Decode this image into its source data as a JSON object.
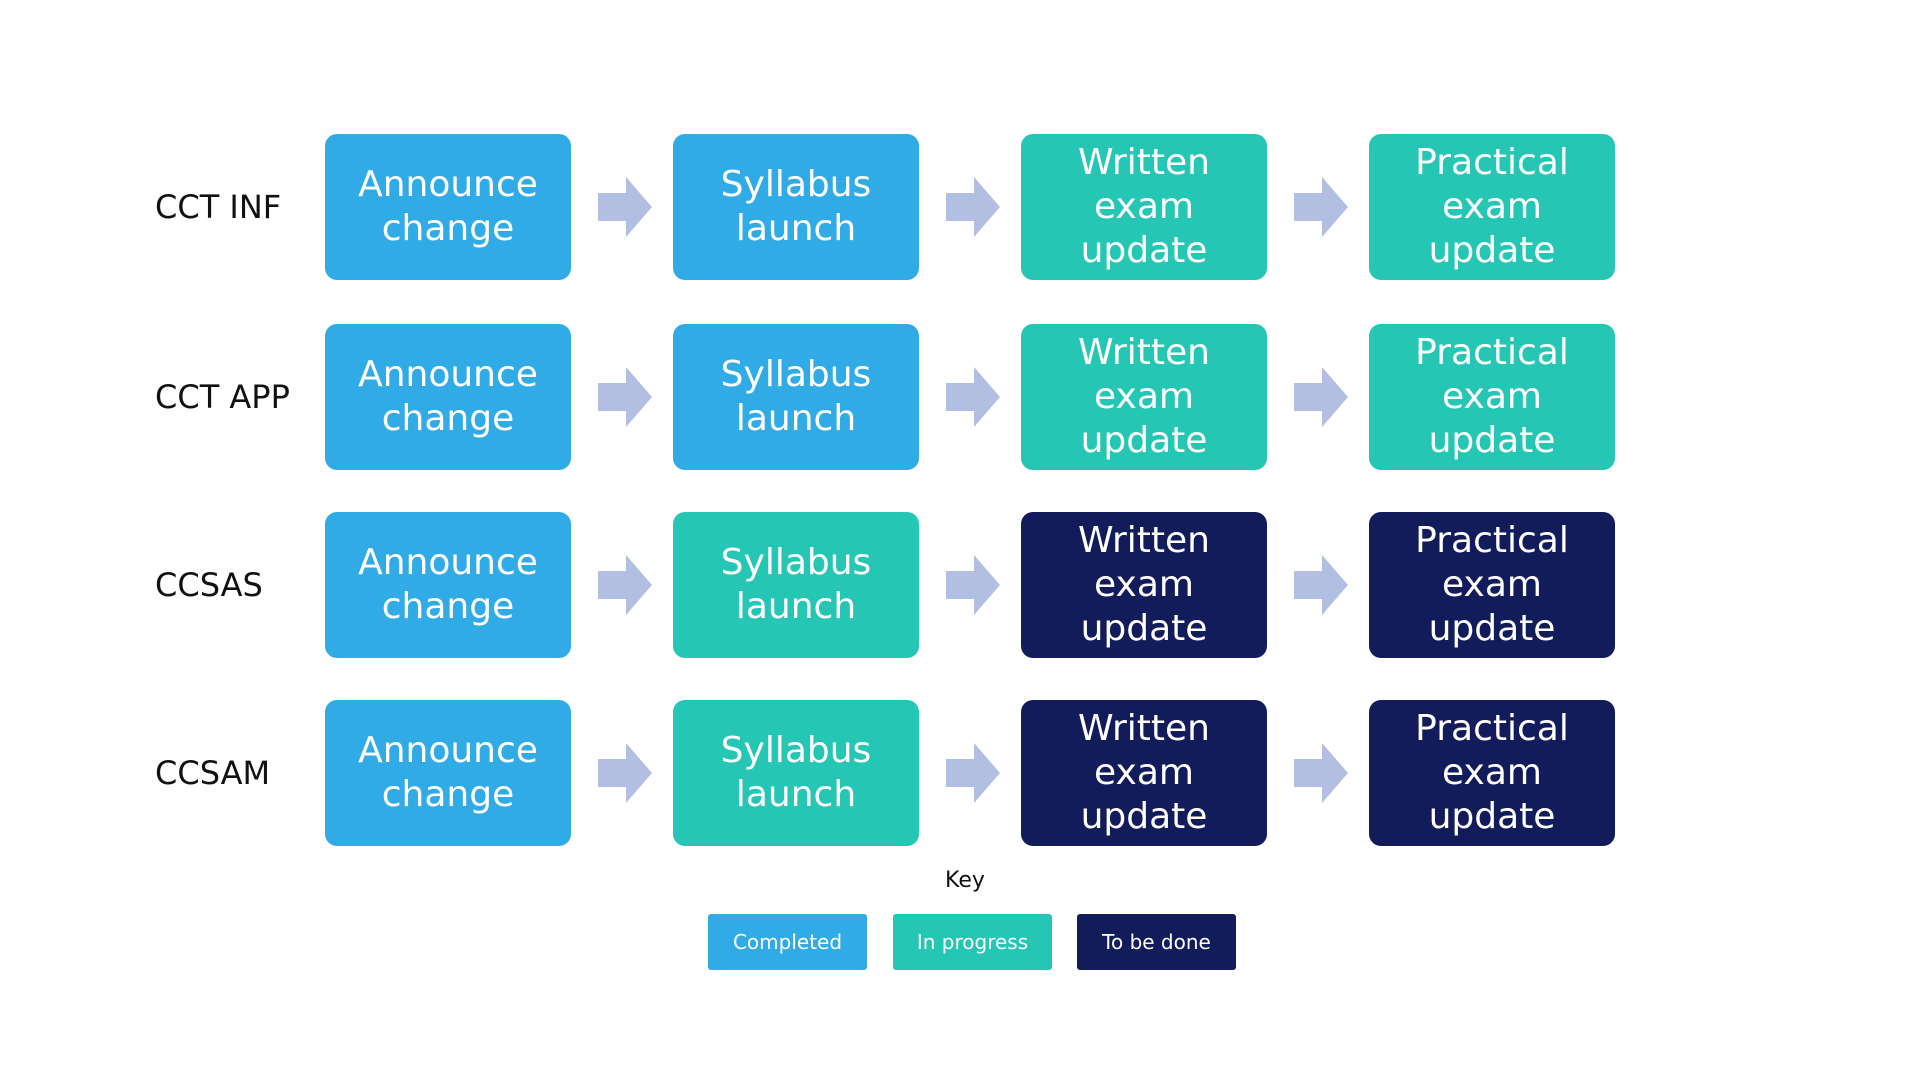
{
  "colors": {
    "completed": "#31ABE5",
    "in_progress": "#26C6B4",
    "to_be_done": "#121C5A",
    "arrow": "#B3BFE2"
  },
  "rows": [
    {
      "label": "CCT INF",
      "steps": [
        {
          "text": "Announce\nchange",
          "status": "completed"
        },
        {
          "text": "Syllabus\nlaunch",
          "status": "completed"
        },
        {
          "text": "Written\nexam update",
          "status": "in_progress"
        },
        {
          "text": "Practical\nexam update",
          "status": "in_progress"
        }
      ]
    },
    {
      "label": "CCT APP",
      "steps": [
        {
          "text": "Announce\nchange",
          "status": "completed"
        },
        {
          "text": "Syllabus\nlaunch",
          "status": "completed"
        },
        {
          "text": "Written\nexam update",
          "status": "in_progress"
        },
        {
          "text": "Practical\nexam update",
          "status": "in_progress"
        }
      ]
    },
    {
      "label": "CCSAS",
      "steps": [
        {
          "text": "Announce\nchange",
          "status": "completed"
        },
        {
          "text": "Syllabus\nlaunch",
          "status": "in_progress"
        },
        {
          "text": "Written\nexam update",
          "status": "to_be_done"
        },
        {
          "text": "Practical\nexam update",
          "status": "to_be_done"
        }
      ]
    },
    {
      "label": "CCSAM",
      "steps": [
        {
          "text": "Announce\nchange",
          "status": "completed"
        },
        {
          "text": "Syllabus\nlaunch",
          "status": "in_progress"
        },
        {
          "text": "Written\nexam update",
          "status": "to_be_done"
        },
        {
          "text": "Practical\nexam update",
          "status": "to_be_done"
        }
      ]
    }
  ],
  "key": {
    "title": "Key",
    "items": [
      {
        "label": "Completed",
        "status": "completed"
      },
      {
        "label": "In progress",
        "status": "in_progress"
      },
      {
        "label": "To be done",
        "status": "to_be_done"
      }
    ]
  }
}
